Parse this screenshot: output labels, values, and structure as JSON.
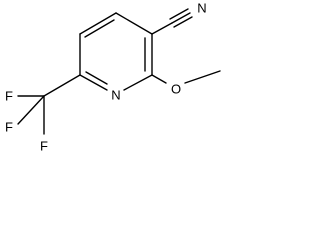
{
  "molecule": {
    "atoms": {
      "nitrogen_nitrile": "N",
      "nitrogen_ring": "N",
      "oxygen": "O",
      "fluorine_1": "F",
      "fluorine_2": "F",
      "fluorine_3": "F"
    }
  }
}
